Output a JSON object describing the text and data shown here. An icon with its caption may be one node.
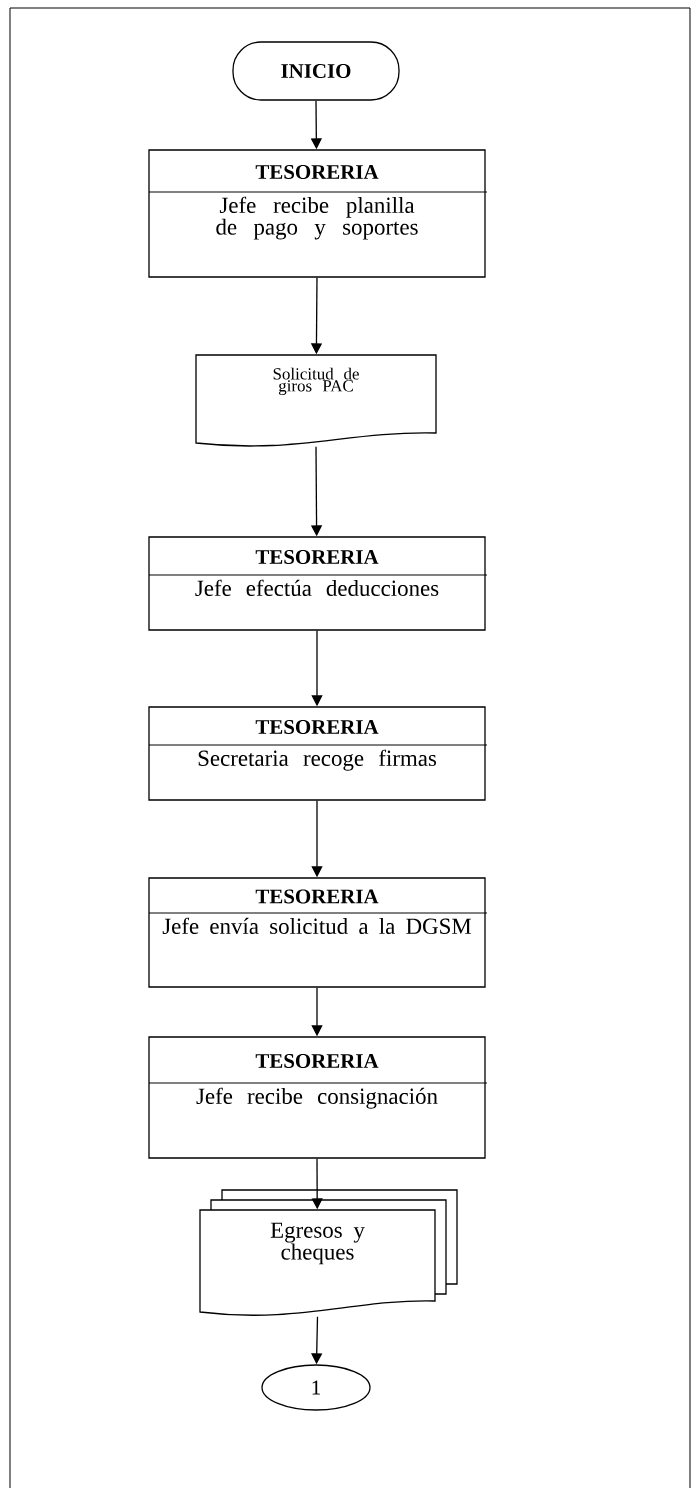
{
  "diagram": {
    "nodes": [
      {
        "text": [
          "INICIO"
        ]
      },
      {
        "text": [
          "TESORERIA",
          "Jefe recibe planilla de pago y soportes"
        ]
      },
      {
        "text": [
          "Solicitud de giros PAC"
        ]
      },
      {
        "text": [
          "TESORERIA",
          "Jefe efectúa deducciones"
        ]
      },
      {
        "text": [
          "TESORERIA",
          "Secretaria recoge firmas"
        ]
      },
      {
        "text": [
          "TESORERIA",
          "Jefe envía solicitud a la DGSM"
        ]
      },
      {
        "text": [
          "TESORERIA",
          "Jefe recibe consignación"
        ]
      },
      {
        "text": [
          "Egresos y cheques"
        ]
      },
      {
        "text": [
          "1"
        ]
      }
    ],
    "edges": [
      {
        "from": 0,
        "to": 1,
        "arrow": "to"
      },
      {
        "from": 1,
        "to": 2,
        "arrow": "to"
      },
      {
        "from": 2,
        "to": 3,
        "arrow": "to"
      },
      {
        "from": 3,
        "to": 4,
        "arrow": "to"
      },
      {
        "from": 4,
        "to": 5,
        "arrow": "to"
      },
      {
        "from": 5,
        "to": 6,
        "arrow": "to"
      },
      {
        "from": 6,
        "to": 7,
        "arrow": "to"
      },
      {
        "from": 7,
        "to": 8,
        "arrow": "to"
      }
    ]
  }
}
